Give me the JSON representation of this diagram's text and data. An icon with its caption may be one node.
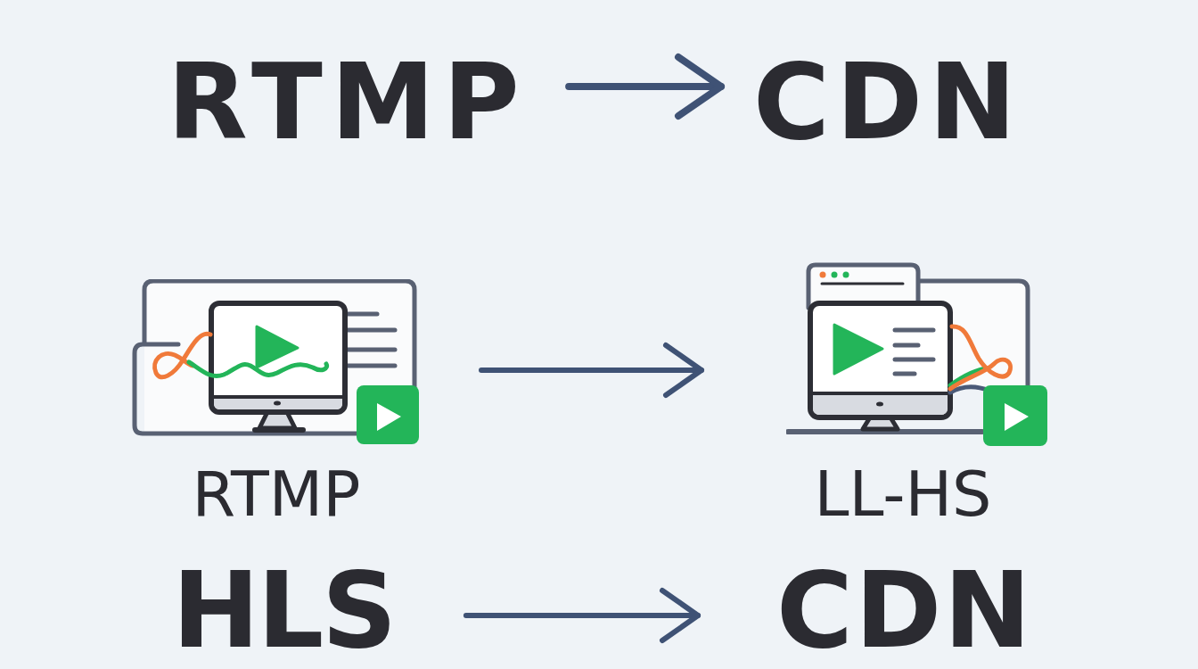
{
  "diagram": {
    "nodes": [
      {
        "text": [
          "RTMP"
        ]
      },
      {
        "text": [
          "CDN"
        ]
      },
      {
        "text": [],
        "shape": "picture",
        "beside": [
          "RTMP"
        ]
      },
      {
        "text": [],
        "shape": "picture",
        "beside": [
          "LL-HS"
        ]
      },
      {
        "text": [
          "HLS"
        ]
      },
      {
        "text": [
          "CDN"
        ]
      }
    ],
    "edges": [
      {
        "from": 0,
        "to": 1,
        "arrow": "to"
      },
      {
        "from": 2,
        "to": 3,
        "arrow": "to"
      },
      {
        "from": 4,
        "to": 5,
        "arrow": "to"
      }
    ]
  }
}
